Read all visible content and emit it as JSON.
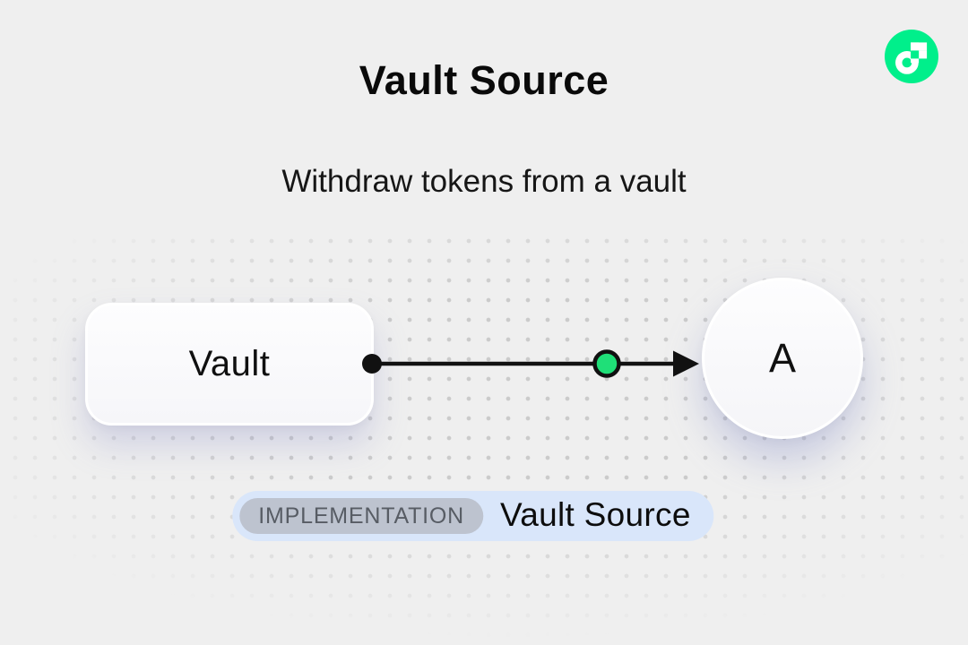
{
  "header": {
    "title": "Vault Source",
    "subtitle": "Withdraw tokens from a vault"
  },
  "logo": {
    "name": "flow-logo",
    "green": "#00EF8B",
    "white": "#FFFFFF"
  },
  "diagram": {
    "source_node": {
      "label": "Vault",
      "shape": "rounded-rect"
    },
    "target_node": {
      "label": "A",
      "shape": "circle"
    },
    "edge": {
      "direction": "left-to-right",
      "line_color": "#111111",
      "token_color": "#1FDF78"
    }
  },
  "badge": {
    "tag": "IMPLEMENTATION",
    "label": "Vault Source",
    "bg_color": "#D9E6FA",
    "tag_bg_color": "#BDC3CF",
    "tag_text_color": "#575C64"
  },
  "colors": {
    "background": "#EFEFEF",
    "dot_grid": "#CBCBCB"
  }
}
